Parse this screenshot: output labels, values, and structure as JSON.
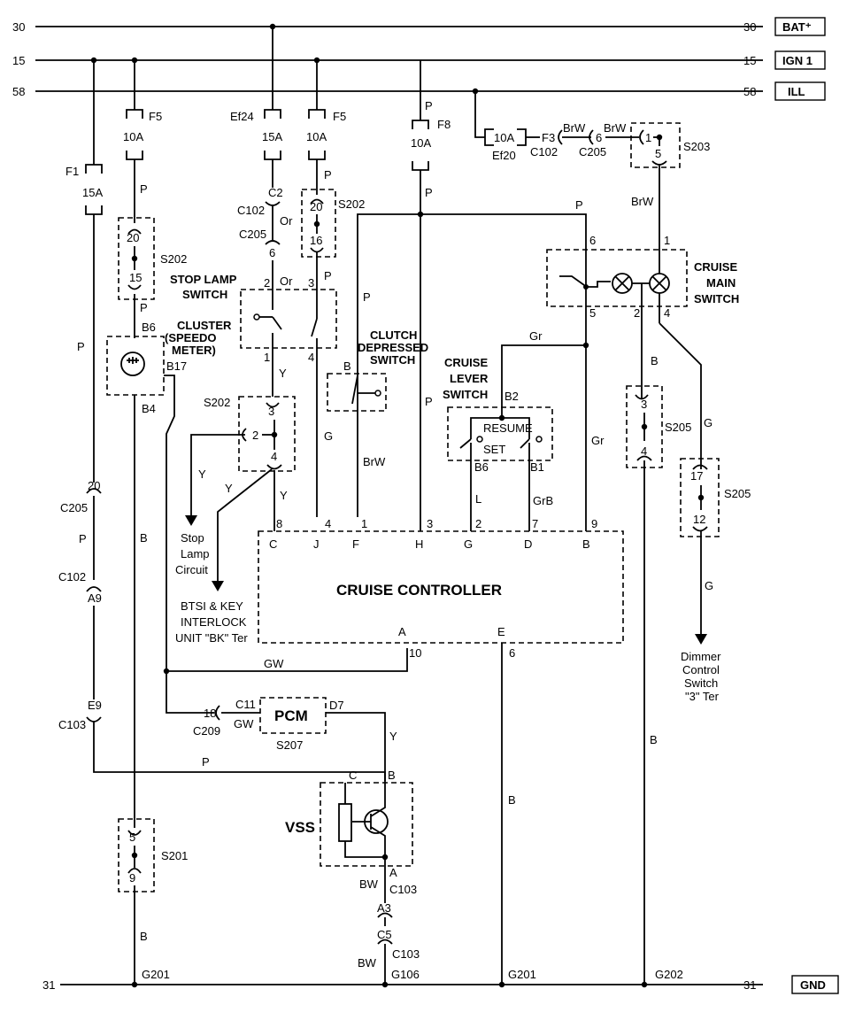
{
  "rails": {
    "bat": {
      "num": "30",
      "tag": "BAT⁺"
    },
    "ign": {
      "num": "15",
      "tag": "IGN 1"
    },
    "ill": {
      "num": "58",
      "tag": "ILL"
    },
    "gnd": {
      "num": "31",
      "tag": "GND"
    }
  },
  "fuses": {
    "f5a": {
      "name": "F5",
      "rating": "10A"
    },
    "f1": {
      "name": "F1",
      "rating": "15A"
    },
    "ef24": {
      "name": "Ef24",
      "rating": "15A"
    },
    "f5b": {
      "name": "F5",
      "rating": "10A"
    },
    "f8": {
      "name": "F8",
      "rating": "10A"
    },
    "ef20": {
      "name": "Ef20",
      "rating": "10A"
    },
    "f3": {
      "name": "F3"
    }
  },
  "splices": {
    "s202a": {
      "name": "S202",
      "top": "20",
      "bottom": "15"
    },
    "s202b": {
      "name": "S202",
      "top": "20",
      "bottom": "16"
    },
    "s202c": {
      "name": "S202",
      "top": "3",
      "mid": "2",
      "bottom": "4"
    },
    "s203": {
      "name": "S203",
      "left": "1",
      "bottom": "5"
    },
    "s205a": {
      "name": "S205",
      "top": "3",
      "bottom": "4"
    },
    "s205b": {
      "name": "S205",
      "top": "17",
      "bottom": "12"
    },
    "s201": {
      "name": "S201",
      "top": "5",
      "bottom": "9"
    }
  },
  "components": {
    "stop_lamp": {
      "line1": "STOP LAMP",
      "line2": "SWITCH",
      "p2": "2",
      "p3": "3",
      "p1": "1",
      "p4": "4"
    },
    "cluster": {
      "line1": "CLUSTER",
      "line2": "(SPEEDO",
      "line3": "METER)",
      "b6": "B6",
      "b17": "B17",
      "b4": "B4"
    },
    "clutch": {
      "line1": "CLUTCH",
      "line2": "DEPRESSED",
      "line3": "SWITCH"
    },
    "lever": {
      "line1": "CRUISE",
      "line2": "LEVER",
      "line3": "SWITCH",
      "resume": "RESUME",
      "set": "SET",
      "b2": "B2",
      "b6": "B6",
      "b1": "B1"
    },
    "main": {
      "line1": "CRUISE",
      "line2": "MAIN",
      "line3": "SWITCH",
      "p6": "6",
      "p1": "1",
      "p5": "5",
      "p2": "2",
      "p4": "4"
    },
    "controller": {
      "title": "CRUISE CONTROLLER",
      "pins": [
        "C",
        "J",
        "F",
        "H",
        "G",
        "D",
        "B"
      ],
      "pin_nums": [
        "8",
        "4",
        "1",
        "3",
        "2",
        "7",
        "9"
      ],
      "a": "A",
      "e": "E",
      "a_num": "10",
      "e_num": "6"
    },
    "pcm": {
      "title": "PCM",
      "d7": "D7",
      "c11": "C11",
      "s207": "S207",
      "c209": "C209",
      "c209_num": "18"
    },
    "vss": {
      "title": "VSS",
      "c": "C",
      "b": "B",
      "a": "A"
    }
  },
  "connectors": {
    "c102": "C102",
    "c205": "C205",
    "c2": "C2",
    "c103": "C103",
    "c205_num": "20",
    "c102_a9": "A9",
    "c103_e9": "E9",
    "c102_f3_num": "F3",
    "c205_6": "6",
    "c103_a3": "A3",
    "c103_c5": "C5"
  },
  "wires": {
    "p": "P",
    "or": "Or",
    "y": "Y",
    "b": "B",
    "g": "G",
    "gr": "Gr",
    "brw": "BrW",
    "l": "L",
    "grb": "GrB",
    "gw": "GW",
    "bw": "BW"
  },
  "notes": {
    "stop_lamp_circuit": [
      "Stop",
      "Lamp",
      "Circuit"
    ],
    "btsi": [
      "BTSI & KEY",
      "INTERLOCK",
      "UNIT \"BK\" Ter"
    ],
    "dimmer": [
      "Dimmer",
      "Control",
      "Switch",
      "\"3\" Ter"
    ]
  },
  "grounds": {
    "g201a": "G201",
    "g106": "G106",
    "g201b": "G201",
    "g202": "G202"
  }
}
